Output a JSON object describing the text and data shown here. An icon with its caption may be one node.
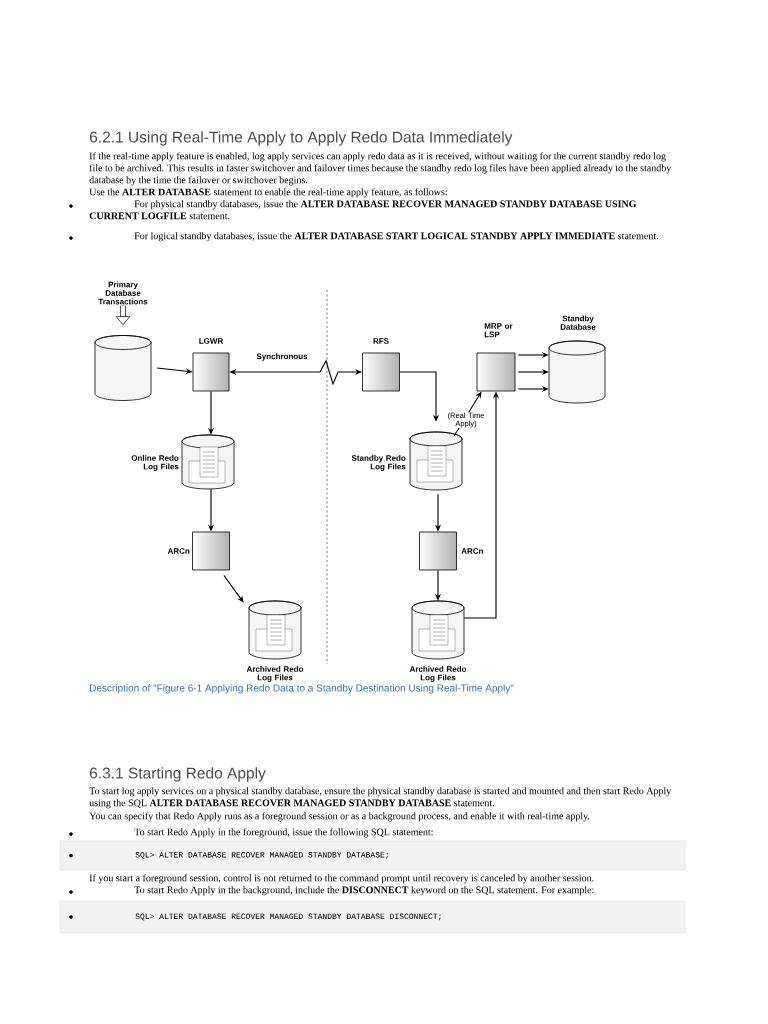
{
  "diagram": {
    "title": "6.2.1 Using Real-Time Apply to Apply Redo Data Immediately",
    "caption": "Description of \"Figure 6-1 Applying Redo Data to a Standby Destination Using Real-Time Apply\"",
    "nodes": [
      {
        "text": [
          "Primary Database Transactions"
        ]
      },
      {
        "text": [],
        "shape": "cylinder"
      },
      {
        "text": [
          "LGWR"
        ]
      },
      {
        "text": [
          "Online Redo Log Files"
        ]
      },
      {
        "text": [
          "ARCn"
        ]
      },
      {
        "text": [
          "Archived Redo Log Files"
        ]
      },
      {
        "text": [
          "RFS"
        ]
      },
      {
        "text": [
          "Standby Redo Log Files"
        ]
      },
      {
        "text": [
          "ARCn"
        ]
      },
      {
        "text": [
          "Archived Redo Log Files"
        ]
      },
      {
        "text": [
          "MRP or LSP"
        ]
      },
      {
        "text": [
          "Standby Database"
        ]
      }
    ],
    "edges": [
      {
        "from": 0,
        "to": 1,
        "arrow": "to",
        "style": "thick"
      },
      {
        "from": 1,
        "to": 2,
        "arrow": "to"
      },
      {
        "from": 2,
        "to": 6,
        "arrow": "both",
        "label": "Synchronous"
      },
      {
        "from": 2,
        "to": 3,
        "arrow": "to"
      },
      {
        "from": 3,
        "to": 4,
        "arrow": "to"
      },
      {
        "from": 4,
        "to": 5,
        "arrow": "to"
      },
      {
        "from": 6,
        "to": 7,
        "arrow": "to"
      },
      {
        "from": 7,
        "to": 8,
        "arrow": "to"
      },
      {
        "from": 8,
        "to": 9,
        "arrow": "to"
      },
      {
        "from": 9,
        "to": 10,
        "arrow": "to"
      },
      {
        "from": 7,
        "to": 10,
        "arrow": "to",
        "label": "(Real Time Apply)"
      },
      {
        "from": 10,
        "to": 11,
        "arrow": "to"
      },
      {
        "from": 10,
        "to": 11,
        "arrow": "to"
      },
      {
        "from": 10,
        "to": 11,
        "arrow": "to"
      }
    ],
    "labels": [
      "If the real-time apply feature is enabled, log apply services can apply redo data as it is received, without waiting for the current standby redo log file to be archived. This results in faster switchover and failover times because the standby redo log files have been applied already to the standby database by the time the failover or switchover begins.",
      "Use the **ALTER DATABASE** statement to enable the real-time apply feature, as follows:",
      "For physical standby databases, issue the **ALTER DATABASE RECOVER MANAGED STANDBY DATABASE USING CURRENT LOGFILE** statement.",
      "For logical standby databases, issue the **ALTER DATABASE START LOGICAL STANDBY APPLY IMMEDIATE** statement.",
      "6.3.1 Starting Redo Apply",
      "To start log apply services on a physical standby database, ensure the physical standby database is started and mounted and then start Redo Apply using the SQL **ALTER DATABASE RECOVER MANAGED STANDBY DATABASE** statement.",
      "You can specify that Redo Apply runs as a foreground session or as a background process, and enable it with real-time apply.",
      "To start Redo Apply in the foreground, issue the following SQL statement:",
      "SQL> ALTER DATABASE RECOVER MANAGED STANDBY DATABASE;",
      "If you start a foreground session, control is not returned to the command prompt until recovery is canceled by another session.",
      "To start Redo Apply in the background, include the **DISCONNECT** keyword on the SQL statement. For example:",
      "SQL> ALTER DATABASE RECOVER MANAGED STANDBY DATABASE DISCONNECT;"
    ]
  }
}
